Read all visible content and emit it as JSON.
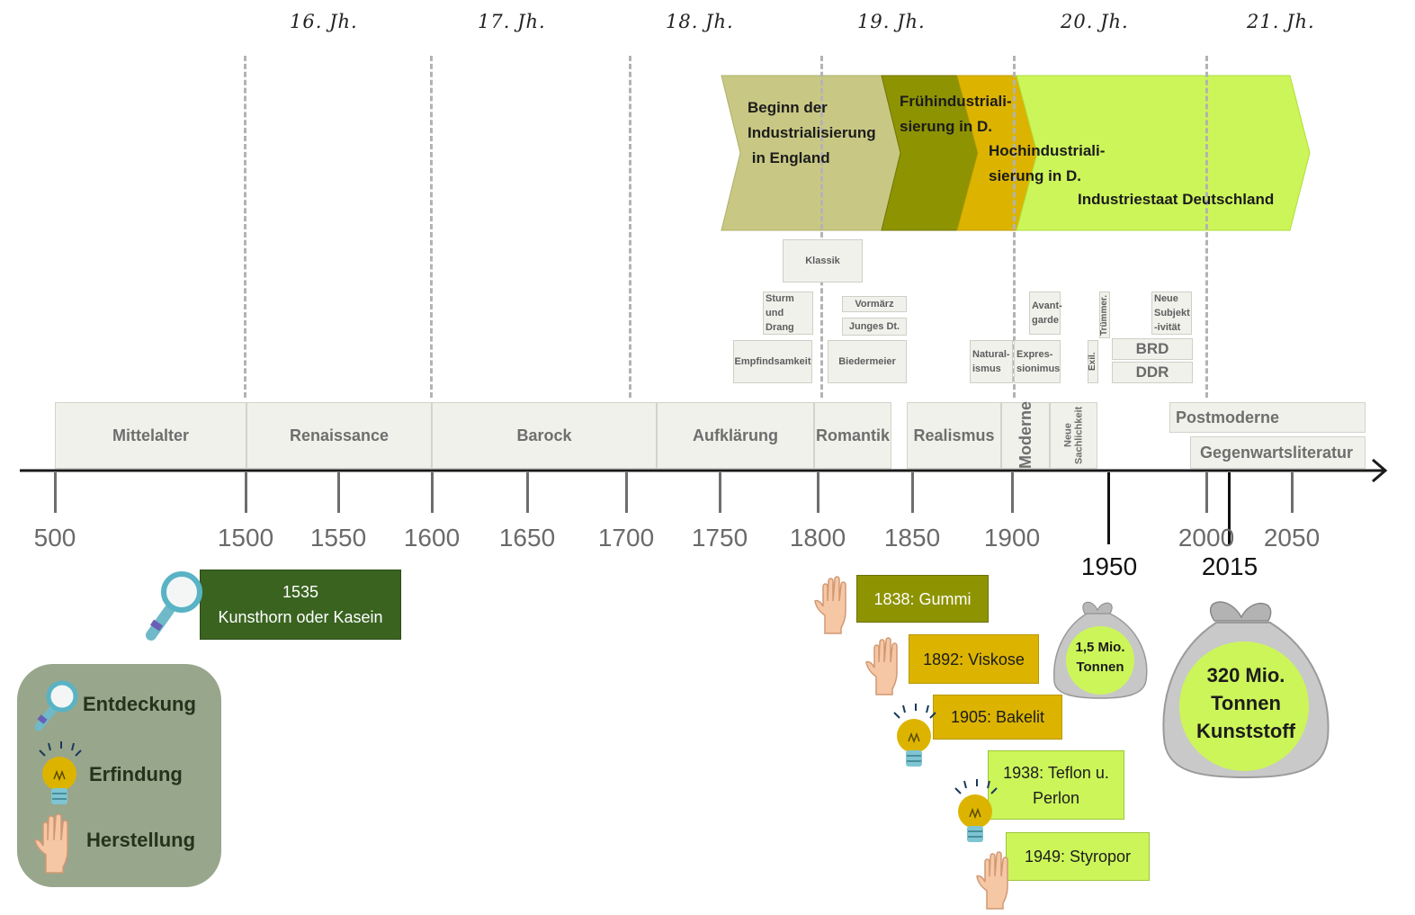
{
  "centuries": [
    "16. Jh.",
    "17. Jh.",
    "18. Jh.",
    "19. Jh.",
    "20. Jh.",
    "21. Jh."
  ],
  "industrial_phases": [
    {
      "label": "Beginn der\nIndustrialisierung\n in England",
      "color": "#c8c884"
    },
    {
      "label": "Frühindustriali-\nsierung in D.",
      "color": "#8e9301"
    },
    {
      "label": "Hochindustriali-\nsierung in D.",
      "color": "#dcb400"
    },
    {
      "label": "Industriestaat Deutschland",
      "color": "#ccf55a"
    }
  ],
  "epochs": {
    "mittelalter": "Mittelalter",
    "renaissance": "Renaissance",
    "barock": "Barock",
    "aufklaerung": "Aufklärung",
    "romantik": "Romantik",
    "realismus": "Realismus",
    "moderne": "Moderne",
    "neue_sachlichkeit": "Neue Sachlichkeit",
    "postmoderne": "Postmoderne",
    "gegenwartsliteratur": "Gegenwartsliteratur"
  },
  "sub_epochs": {
    "klassik": "Klassik",
    "sturm_und_drang": "Sturm und Drang",
    "vormaerz": "Vormärz",
    "junges_dt": "Junges Dt.",
    "empfindsamkeit": "Empfindsamkeit",
    "biedermeier": "Biedermeier",
    "naturalismus": "Natural-\nismus",
    "expressionismus": "Expres-\nsionimus",
    "avantgarde": "Avant-\ngarde",
    "truemmer": "Trümmer.",
    "exil": "Exil.",
    "neue_subjektivitaet": "Neue\nSubjekt\n-ivität",
    "brd": "BRD",
    "ddr": "DDR"
  },
  "axis_ticks": [
    "500",
    "1500",
    "1550",
    "1600",
    "1650",
    "1700",
    "1750",
    "1800",
    "1850",
    "1900",
    "2000",
    "2050"
  ],
  "highlight_years": [
    "1950",
    "2015"
  ],
  "events": [
    {
      "label": "1535\nKunsthorn oder Kasein",
      "type": "Entdeckung",
      "color": "#3a6320",
      "text_color": "#ffffff"
    },
    {
      "label": "1838: Gummi",
      "type": "Herstellung",
      "color": "#8e9301",
      "text_color": "#ffffff"
    },
    {
      "label": "1892: Viskose",
      "type": "Herstellung",
      "color": "#dcb400",
      "text_color": "#1c1c1c"
    },
    {
      "label": "1905: Bakelit",
      "type": "Erfindung",
      "color": "#dcb400",
      "text_color": "#1c1c1c"
    },
    {
      "label": "1938: Teflon u.\nPerlon",
      "type": "Erfindung",
      "color": "#ccf55a",
      "text_color": "#1c1c1c"
    },
    {
      "label": "1949: Styropor",
      "type": "Herstellung",
      "color": "#ccf55a",
      "text_color": "#1c1c1c"
    }
  ],
  "plastic_amounts": [
    {
      "year": "1950",
      "label": "1,5 Mio.\nTonnen"
    },
    {
      "year": "2015",
      "label": "320 Mio.\nTonnen\nKunststoff"
    }
  ],
  "legend": [
    {
      "label": "Entdeckung",
      "icon": "magnifier-icon"
    },
    {
      "label": "Erfindung",
      "icon": "lightbulb-icon"
    },
    {
      "label": "Herstellung",
      "icon": "hand-icon"
    }
  ],
  "colors": {
    "legend_bg": "#98a68c",
    "axis": "#1a1a1a",
    "epoch_bg": "#f1f1ec"
  }
}
